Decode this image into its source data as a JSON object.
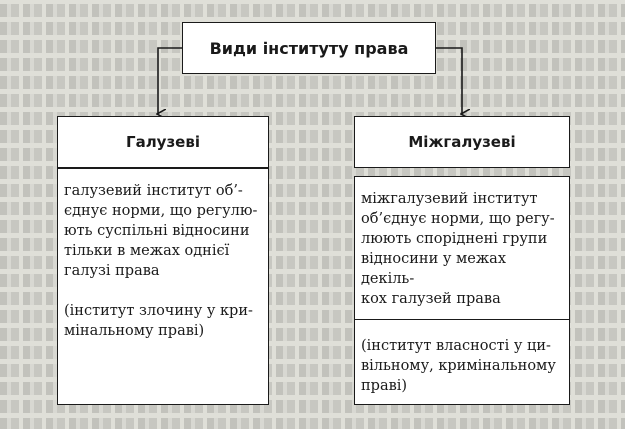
{
  "diagram": {
    "title": "Види інституту права",
    "left": {
      "heading": "Галузеві",
      "description": "галузевий інститут об’-\nєднує норми, що регулю-\nють суспільні відносини\nтільки в межах однієї\nгалузі права",
      "example": "(інститут злочину у кри-\nмінальному праві)"
    },
    "right": {
      "heading": "Міжгалузеві",
      "description": "міжгалузевий інститут\nоб’єднує норми, що регу-\nлюють споріднені групи\nвідносини у межах декіль-\nкох галузей права",
      "example": "(інститут власності у ци-\nвільному, кримінальному\nправі)"
    }
  }
}
